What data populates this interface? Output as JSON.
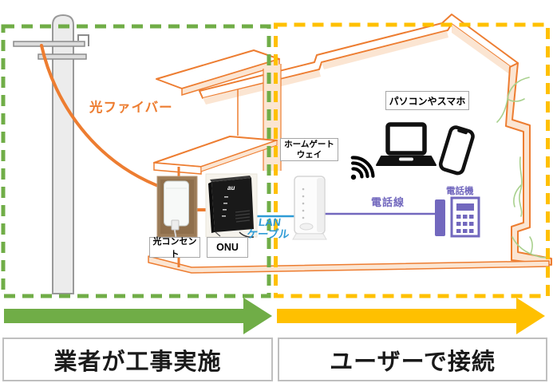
{
  "labels": {
    "fiber": "光ファイバー",
    "optical_outlet": "光コンセント",
    "onu": "ONU",
    "onu_logo": "au",
    "home_gateway_line1": "ホームゲート",
    "home_gateway_line2": "ウェイ",
    "lan_line1": "LAN",
    "lan_line2": "ケーブル",
    "devices": "パソコンやスマホ",
    "phone_line": "電話線",
    "phone": "電話機"
  },
  "captions": {
    "construction": "業者が工事実施",
    "connection": "ユーザーで接続"
  },
  "colors": {
    "orange": "#ED7D31",
    "peach": "#FBE5D2",
    "green": "#70AD47",
    "yellow": "#FFC000",
    "blue": "#2E9BD6",
    "purple": "#7268BE",
    "vine": "#A9D18E",
    "ink": "#1A1A1A",
    "label_border": "#A6A6A6",
    "caption_border": "#BFBFBF",
    "pole_fill": "#ECECEC",
    "pole_stroke": "#999999"
  }
}
